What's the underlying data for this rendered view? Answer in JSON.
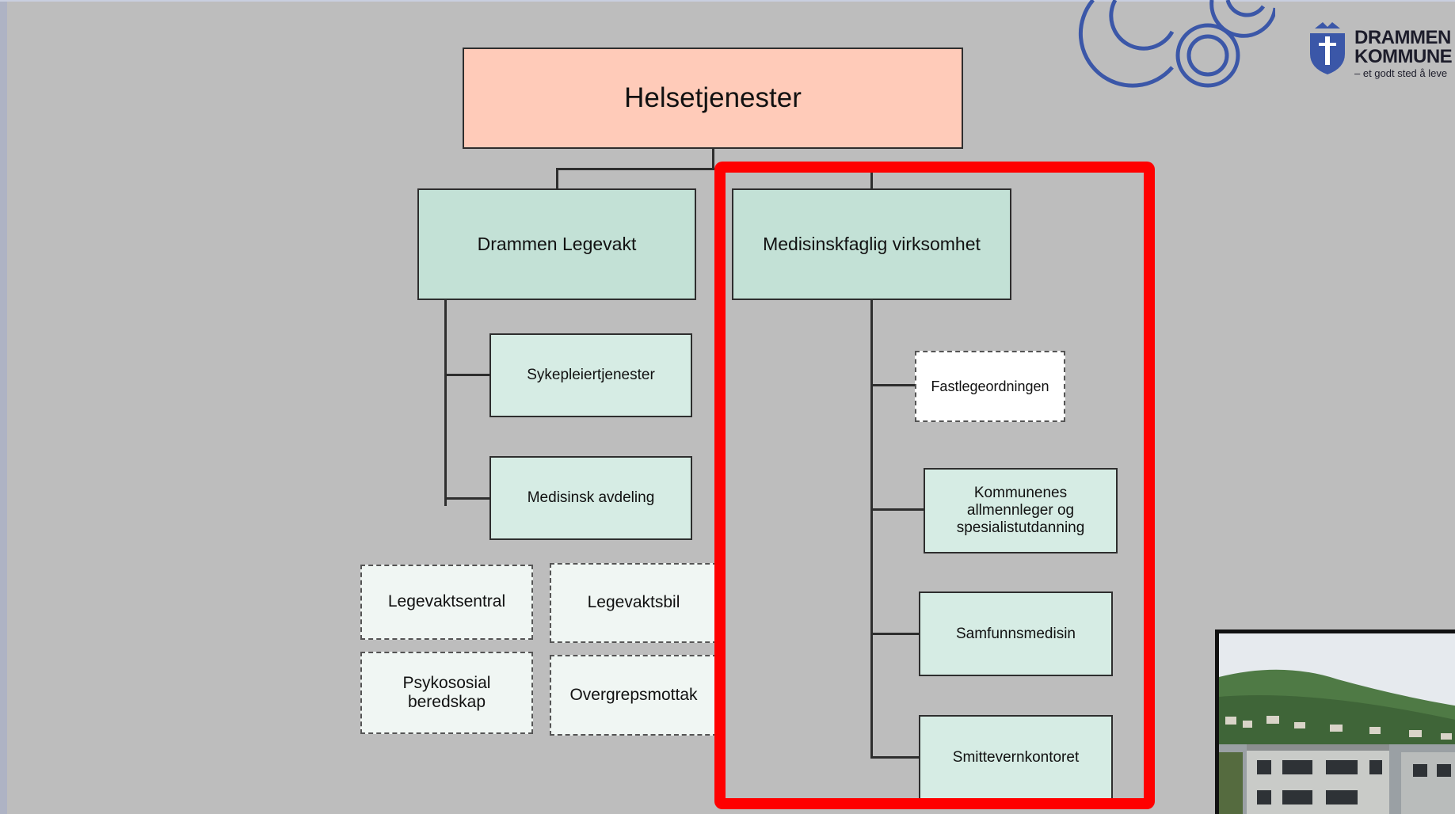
{
  "org_chart": {
    "root": "Helsetjenester",
    "left_branch": {
      "title": "Drammen Legevakt",
      "units": [
        "Sykepleiertjenester",
        "Medisinsk avdeling"
      ],
      "dashed_units": [
        "Legevaktsentral",
        "Legevaktsbil",
        "Psykososial beredskap",
        "Overgrepsmottak"
      ]
    },
    "right_branch": {
      "title": "Medisinskfaglig virksomhet",
      "dashed_unit": "Fastlegeordningen",
      "units": [
        "Kommunenes allmennleger og spesialistutdanning",
        "Samfunnsmedisin",
        "Smittevernkontoret"
      ]
    }
  },
  "logo": {
    "name_line1": "DRAMMEN",
    "name_line2": "KOMMUNE",
    "tagline": "– et godt sted å leve"
  },
  "colors": {
    "root_fill": "#ffcbb9",
    "branch_fill": "#c3e1d6",
    "unit_fill": "#d6ece4",
    "highlight": "#ff0000",
    "logo_blue": "#3b57a8"
  }
}
